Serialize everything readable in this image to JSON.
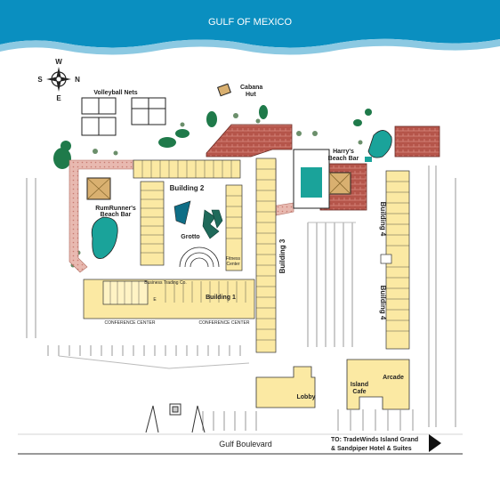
{
  "water": {
    "label": "GULF OF MEXICO",
    "color": "#0a8fc0"
  },
  "compass": {
    "north": "N",
    "south": "S",
    "east": "E",
    "west": "W"
  },
  "colors": {
    "building": "#fbe9a3",
    "brick": "#b5554a",
    "pool": "#1aa39a",
    "tree": "#1f7a4a",
    "walkway": "#e8b9b0"
  },
  "labels": {
    "volleyball": "Volleyball Nets",
    "cabana_line1": "Cabana",
    "cabana_line2": "Hut",
    "harrys_line1": "Harry's",
    "harrys_line2": "Beach Bar",
    "rumrunner_line1": "RumRunner's",
    "rumrunner_line2": "Beach Bar",
    "building2": "Building 2",
    "building3": "Building 3",
    "building4a": "Building 4",
    "building4b": "Building 4",
    "building1": "Building 1",
    "grotto": "Grotto",
    "fitness_line1": "Fitness",
    "fitness_line2": "Center",
    "business": "Business Trading Co.",
    "conference_left": "CONFERENCE CENTER",
    "conference_right": "CONFERENCE CENTER",
    "lobby": "Lobby",
    "island_cafe_line1": "Island",
    "island_cafe_line2": "Cafe",
    "arcade": "Arcade",
    "road": "Gulf Boulevard",
    "direction_line1": "TO: TradeWinds Island Grand",
    "direction_line2": "& Sandpiper Hotel & Suites",
    "elevator": "E"
  }
}
